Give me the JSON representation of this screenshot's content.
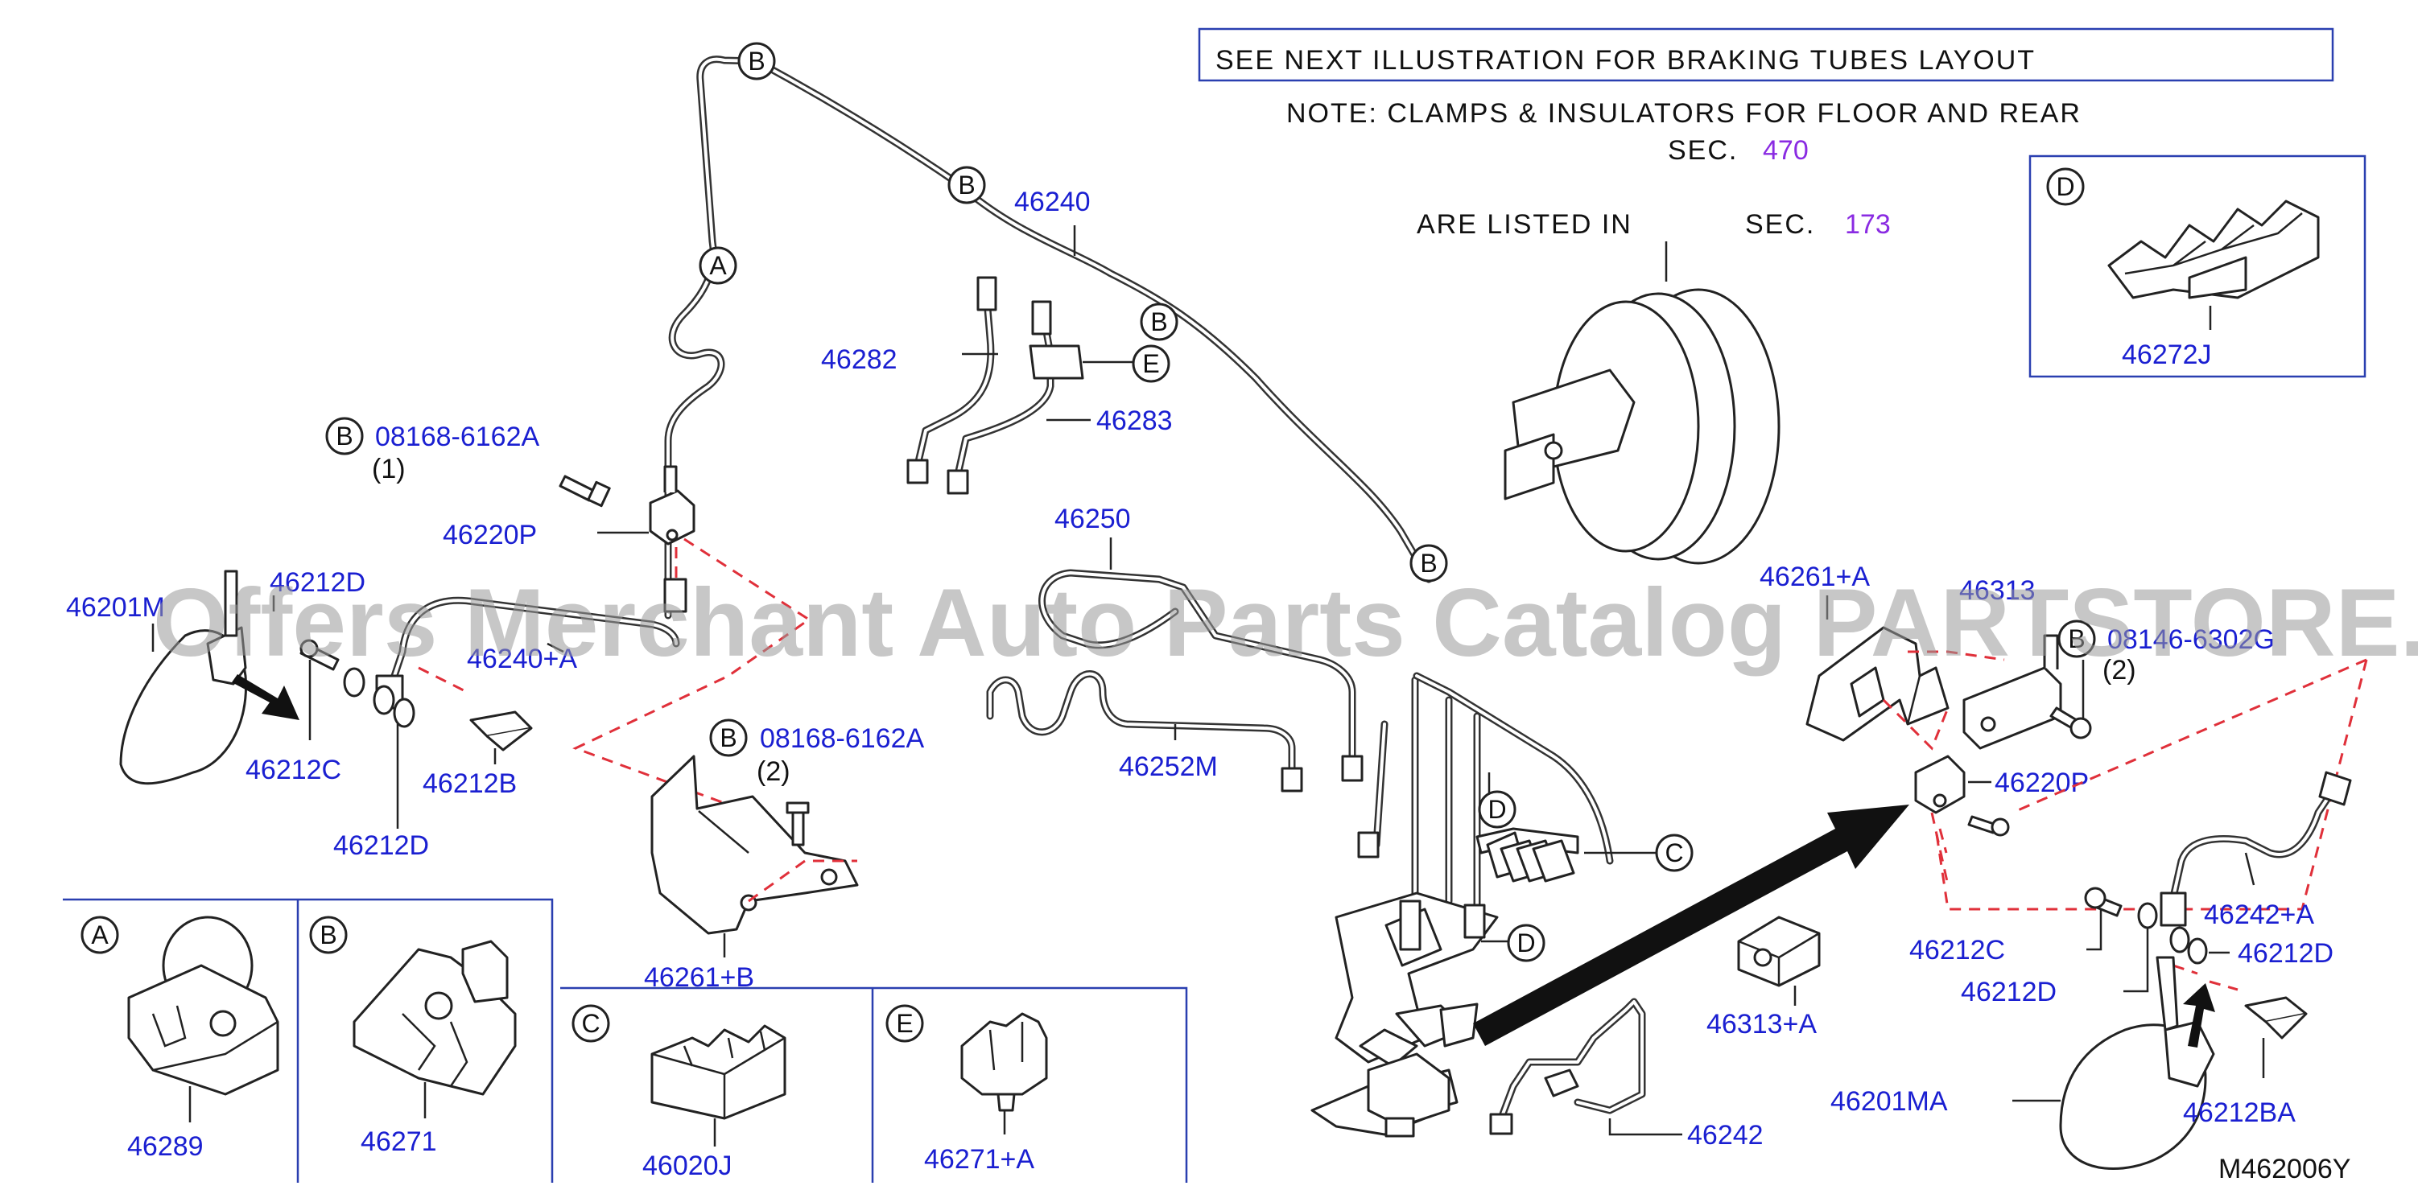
{
  "notes": {
    "see_next": "SEE NEXT ILLUSTRATION FOR BRAKING TUBES LAYOUT",
    "note_line": "NOTE: CLAMPS & INSULATORS FOR FLOOR AND REAR",
    "sec_label_1": "SEC.",
    "sec_num_1": "470",
    "are_listed": "ARE LISTED IN",
    "sec_label_2": "SEC.",
    "sec_num_2": "173"
  },
  "callouts": {
    "A": "A",
    "B": "B",
    "C": "C",
    "D": "D",
    "E": "E"
  },
  "parts": {
    "p46240": "46240",
    "p46282": "46282",
    "p46283": "46283",
    "p08168_a": "08168-6162A",
    "qty_1": "(1)",
    "p46220P_l": "46220P",
    "p46201M": "46201M",
    "p46212D_a": "46212D",
    "p46240A": "46240+A",
    "p46212C_l": "46212C",
    "p46212B": "46212B",
    "p46212D_b": "46212D",
    "p08168_b": "08168-6162A",
    "qty_2a": "(2)",
    "p46261B": "46261+B",
    "p46250": "46250",
    "p46252M": "46252M",
    "p46261A": "46261+A",
    "p46313_partial": "46313",
    "p08146_partial": "08146-6302G",
    "qty_2b": "(2)",
    "p46220P_r": "46220P",
    "p46242A": "46242+A",
    "p46212C_r": "46212C",
    "p46212D_c": "46212D",
    "p46212D_d": "46212D",
    "p46313A": "46313+A",
    "p46201MA": "46201MA",
    "p46212BA": "46212BA",
    "p46242": "46242",
    "p46272J": "46272J",
    "p46289": "46289",
    "p46271": "46271",
    "p46020J": "46020J",
    "p46271A": "46271+A"
  },
  "diagram_id": "M462006Y",
  "watermark": "Offers Merchant Auto Parts Catalog PARTSTORE.SA"
}
